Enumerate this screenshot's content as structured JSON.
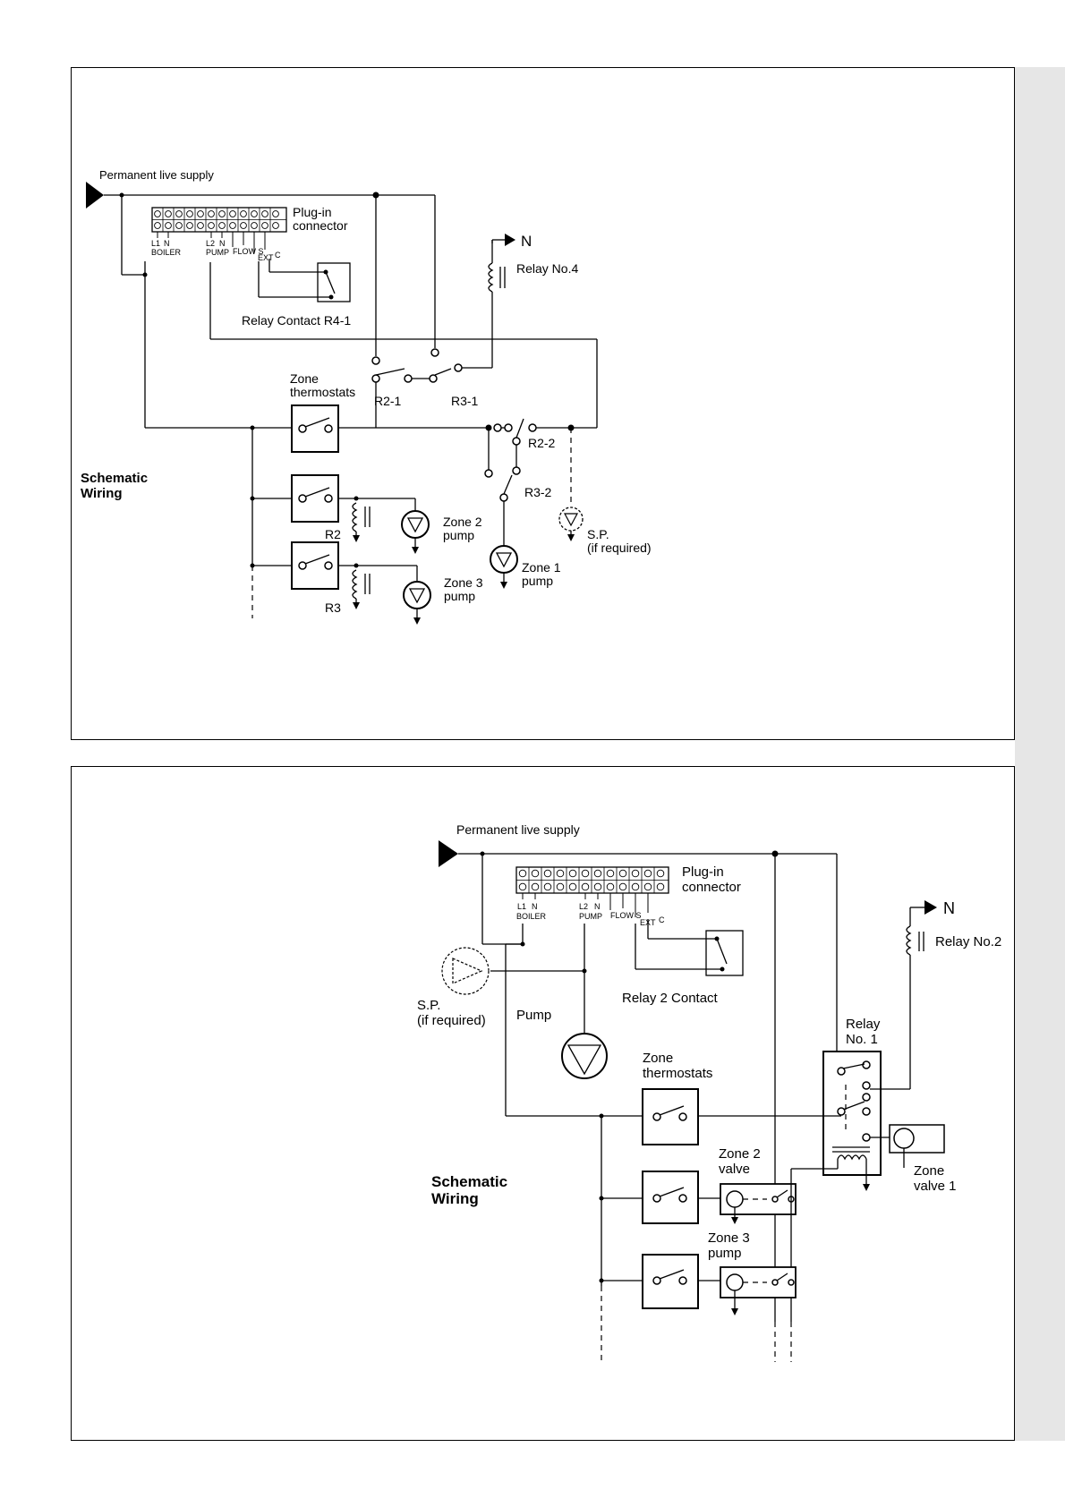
{
  "diagram_1": {
    "permanent_live_supply": "Permanent live supply",
    "plug_in_connector_line1": "Plug-in",
    "plug_in_connector_line2": "connector",
    "terminal_l1": "L1",
    "terminal_n1": "N",
    "terminal_boiler": "BOILER",
    "terminal_l2": "L2",
    "terminal_n2": "N",
    "terminal_pump": "PUMP",
    "terminal_flow_s": "FLOW S",
    "terminal_ext": "EXT",
    "terminal_c": "C",
    "neutral": "N",
    "relay_no4": "Relay No.4",
    "relay_contact_r4_1": "Relay  Contact R4-1",
    "zone_thermostats_line1": "Zone",
    "zone_thermostats_line2": "thermostats",
    "r2_1": "R2-1",
    "r3_1": "R3-1",
    "r2_2": "R2-2",
    "r3_2": "R3-2",
    "schematic_line1": "Schematic",
    "schematic_line2": "Wiring",
    "r2": "R2",
    "r3": "R3",
    "zone2_pump_line1": "Zone 2",
    "zone2_pump_line2": "pump",
    "zone3_pump_line1": "Zone 3",
    "zone3_pump_line2": "pump",
    "zone1_pump_line1": "Zone 1",
    "zone1_pump_line2": "pump",
    "sp_line1": "S.P.",
    "sp_line2": "(if required)"
  },
  "diagram_2": {
    "permanent_live_supply": "Permanent live supply",
    "plug_in_connector_line1": "Plug-in",
    "plug_in_connector_line2": "connector",
    "terminal_l1": "L1",
    "terminal_n1": "N",
    "terminal_boiler": "BOILER",
    "terminal_l2": "L2",
    "terminal_n2": "N",
    "terminal_pump": "PUMP",
    "terminal_flow_s": "FLOW S",
    "terminal_ext": "EXT",
    "terminal_c": "C",
    "neutral": "N",
    "relay_no2": "Relay No.2",
    "relay_2_contact": "Relay 2 Contact",
    "sp_line1": "S.P.",
    "sp_line2": "(if required)",
    "pump": "Pump",
    "relay_no1_line1": "Relay",
    "relay_no1_line2": "No. 1",
    "zone_thermostats_line1": "Zone",
    "zone_thermostats_line2": "thermostats",
    "zone_valve1_line1": "Zone",
    "zone_valve1_line2": "valve 1",
    "zone2_valve_line1": "Zone 2",
    "zone2_valve_line2": "valve",
    "zone3_pump_line1": "Zone 3",
    "zone3_pump_line2": "pump",
    "schematic_line1": "Schematic",
    "schematic_line2": "Wiring"
  }
}
